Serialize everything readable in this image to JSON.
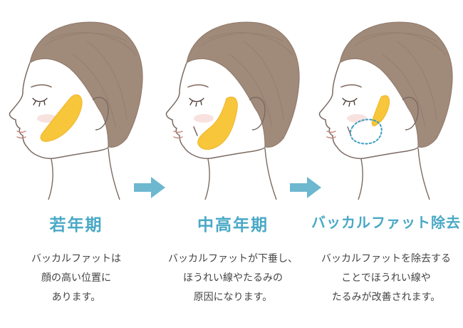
{
  "colors": {
    "accent": "#4aa9c6",
    "arrow": "#6db8cf",
    "hair": "#a08a7a",
    "hair_line": "#8f7869",
    "skin_outline": "#7a6a62",
    "fat_pad": "#f7c63a",
    "fat_pad_edge": "#f0b52a",
    "blush": "#f4cfc9",
    "text": "#444444",
    "dotted_outline": "#3e9fc4"
  },
  "stages": [
    {
      "title": "若年期",
      "description": [
        "バッカルファットは",
        "顔の高い位置に",
        "あります。"
      ]
    },
    {
      "title": "中高年期",
      "description": [
        "バッカルファットが下垂し、",
        "ほうれい線やたるみの",
        "原因になります。"
      ]
    },
    {
      "title": "バッカルファット除去",
      "description": [
        "バッカルファットを除去する",
        "ことでほうれい線や",
        "たるみが改善されます。"
      ]
    }
  ],
  "icons": {
    "arrow": "right-arrow-icon",
    "face": "face-profile-illustration"
  }
}
